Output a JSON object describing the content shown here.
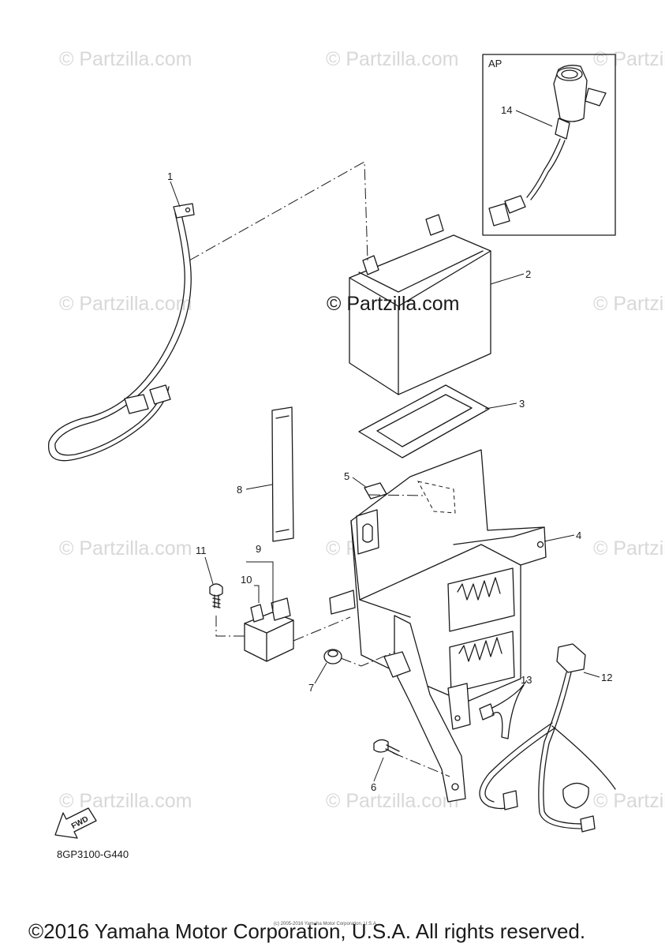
{
  "watermark": "© Partzilla.com",
  "center_watermark": "© Partzilla.com",
  "inset_label": "AP",
  "callouts": [
    "1",
    "2",
    "3",
    "4",
    "5",
    "6",
    "7",
    "8",
    "9",
    "10",
    "11",
    "12",
    "13",
    "14"
  ],
  "fwd_label": "FWD",
  "diagram_code": "8GP3100-G440",
  "small_print": "(c) 2005-2016 Yamaha Motor Corporation, U.S.A.",
  "copyright": "©2016 Yamaha Motor Corporation, U.S.A. All rights reserved."
}
